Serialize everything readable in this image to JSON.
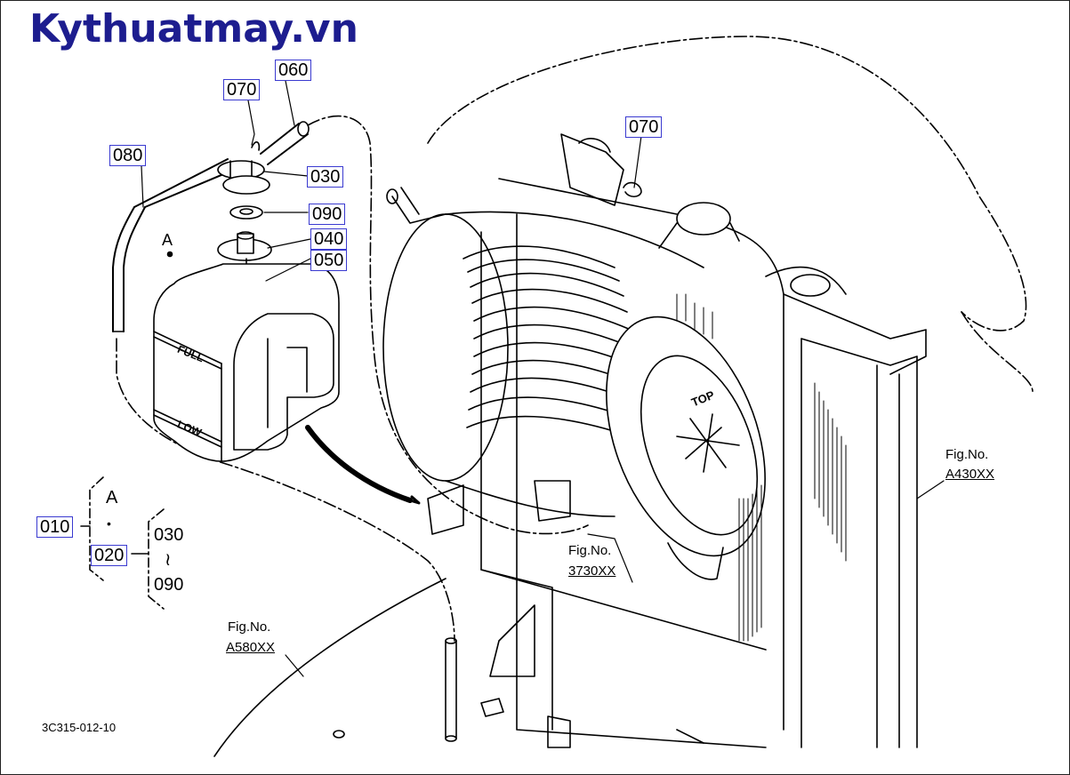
{
  "brand": "Kythuatmay.vn",
  "callouts": {
    "c060": "060",
    "c070_left": "070",
    "c080": "080",
    "c030": "030",
    "c090": "090",
    "c040": "040",
    "c050": "050",
    "c070_right": "070",
    "c010": "010",
    "c020": "020"
  },
  "tree": {
    "a_label": "A",
    "dot": "•",
    "range_start": "030",
    "range_sep": "≀",
    "range_end": "090"
  },
  "detail_label": "A",
  "tank": {
    "full": "FULL",
    "low": "LOW"
  },
  "filter_top": "TOP",
  "fig_refs": {
    "prefix": "Fig.No.",
    "ref1": "A430XX",
    "ref2": "3730XX",
    "ref3": "A580XX"
  },
  "drawing_code": "3C315-012-10"
}
